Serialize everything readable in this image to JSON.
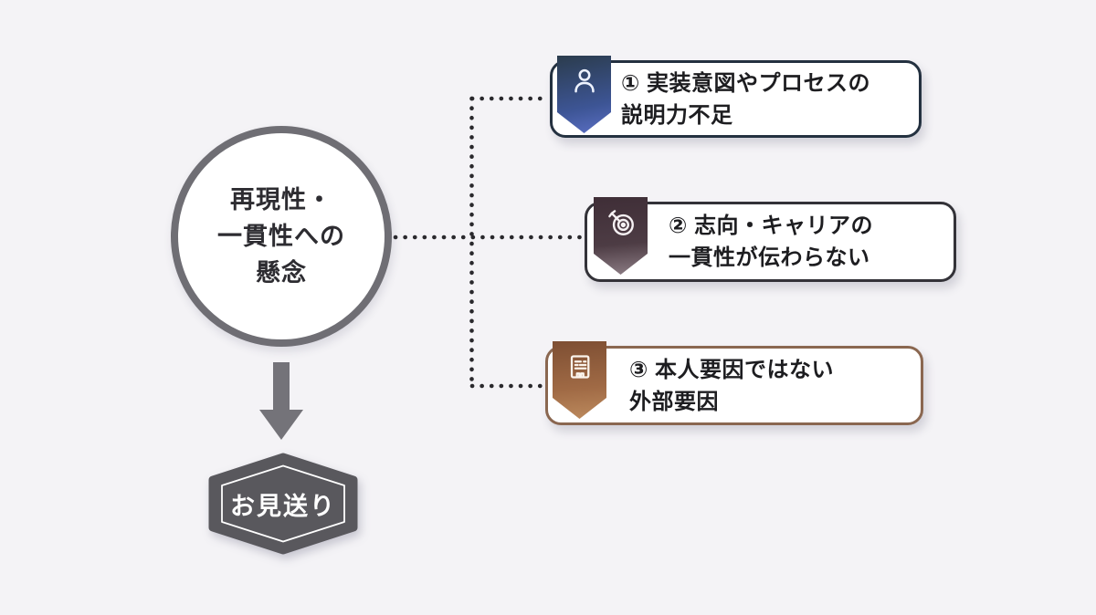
{
  "cause": {
    "line1": "再現性・",
    "line2": "一貫性への",
    "line3": "懸念"
  },
  "reasons": [
    {
      "line1": "① 実装意図やプロセスの",
      "line2": "説明力不足",
      "icon": "person-icon",
      "border_color": "#243140",
      "badge_gradient_top": "#2b3c4d",
      "badge_gradient_bottom": "#5b6fc4"
    },
    {
      "line1": "② 志向・キャリアの",
      "line2": "一貫性が伝わらない",
      "icon": "target-icon",
      "border_color": "#333238",
      "badge_gradient_top": "#3f2e37",
      "badge_gradient_bottom": "#8d7d85"
    },
    {
      "line1": "③ 本人要因ではない",
      "line2": "外部要因",
      "icon": "building-icon",
      "border_color": "#8a6750",
      "badge_gradient_top": "#7e4f33",
      "badge_gradient_bottom": "#bd8b5e"
    }
  ],
  "outcome": {
    "label": "お見送り",
    "fill_color": "#59585d"
  },
  "colors": {
    "background": "#f4f3f6",
    "circle_border": "#6f6e74",
    "arrow": "#747379",
    "connector_dots": "#2a292d",
    "text": "#1d1d20"
  }
}
